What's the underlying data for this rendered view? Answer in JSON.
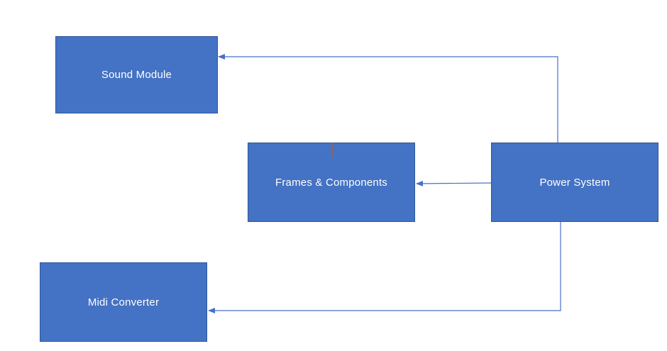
{
  "diagram": {
    "nodes": {
      "sound_module": "Sound Module",
      "frames_components": "Frames & Components",
      "power_system": "Power System",
      "midi_converter": "Midi Converter"
    },
    "edges": [
      {
        "from": "power_system",
        "to": "sound_module"
      },
      {
        "from": "power_system",
        "to": "frames_components"
      },
      {
        "from": "power_system",
        "to": "midi_converter"
      }
    ],
    "colors": {
      "box_fill": "#4472c4",
      "box_border": "#2f5597",
      "box_text": "#ffffff",
      "connector": "#4472c4",
      "tick_mark": "#c55a11"
    }
  }
}
